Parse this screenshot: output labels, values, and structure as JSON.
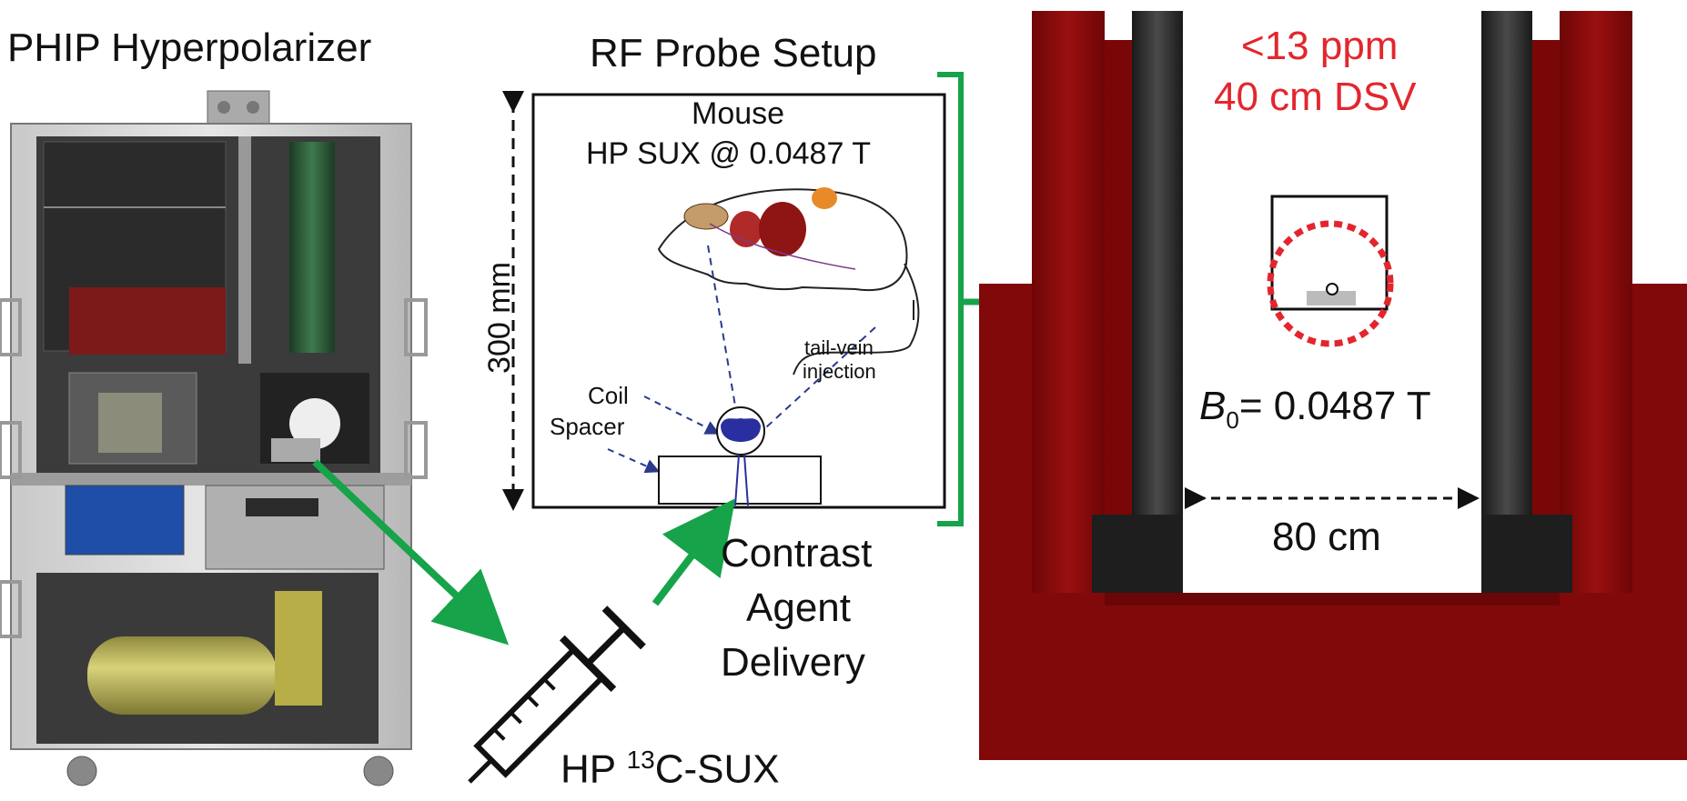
{
  "titles": {
    "hyperpolarizer": "PHIP Hyperpolarizer",
    "probe_setup": "RF Probe Setup"
  },
  "probe_box": {
    "subject_line1": "Mouse",
    "subject_line2": "HP SUX @ 0.0487 T",
    "height_label": "300 mm",
    "tail_label_line1": "tail-vein",
    "tail_label_line2": "injection",
    "coil_label": "Coil",
    "spacer_label": "Spacer"
  },
  "delivery": {
    "line1": "Contrast",
    "line2": "Agent",
    "line3": "Delivery",
    "agent_prefix": "HP ",
    "agent_sup": "13",
    "agent_suffix": "C-SUX"
  },
  "magnet": {
    "homogeneity_line1": "<13 ppm",
    "homogeneity_line2": "40 cm DSV",
    "field_symbol": "B",
    "field_sub": "0",
    "field_value": "= 0.0487 T",
    "gap_label": "80 cm"
  },
  "colors": {
    "arrow_green": "#16a34a",
    "magnet_red": "#8a0b0b",
    "dsv_red": "#e3262e",
    "dashed_blue": "#2a3a8c"
  }
}
